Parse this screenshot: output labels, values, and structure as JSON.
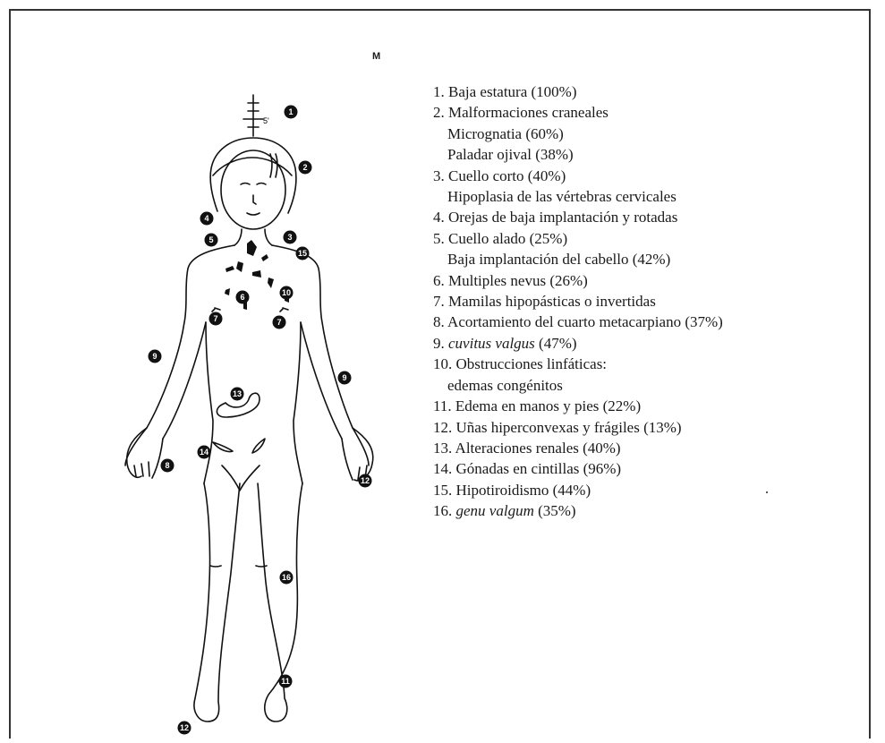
{
  "figure": {
    "corner_label": "M",
    "height_tick_label": "5'"
  },
  "markers": [
    {
      "num": "1"
    },
    {
      "num": "2"
    },
    {
      "num": "3"
    },
    {
      "num": "4"
    },
    {
      "num": "5"
    },
    {
      "num": "6"
    },
    {
      "num": "7"
    },
    {
      "num": "8"
    },
    {
      "num": "9"
    },
    {
      "num": "10"
    },
    {
      "num": "11"
    },
    {
      "num": "12"
    },
    {
      "num": "13"
    },
    {
      "num": "14"
    },
    {
      "num": "15"
    },
    {
      "num": "16"
    }
  ],
  "legend": [
    {
      "text": "1. Baja estatura (100%)"
    },
    {
      "text": "2. Malformaciones craneales"
    },
    {
      "text": "Micrognatia (60%)",
      "sub": true
    },
    {
      "text": "Paladar ojival (38%)",
      "sub": true
    },
    {
      "text": "3. Cuello corto (40%)"
    },
    {
      "text": "Hipoplasia de las vértebras cervicales",
      "sub": true
    },
    {
      "text": "4. Orejas de baja implantación y rotadas"
    },
    {
      "text": "5. Cuello alado (25%)"
    },
    {
      "text": "Baja implantación del cabello (42%)",
      "sub": true
    },
    {
      "text": "6. Multiples nevus (26%)"
    },
    {
      "text": "7. Mamilas hipopásticas o invertidas"
    },
    {
      "text": "8. Acortamiento del cuarto metacarpiano (37%)"
    },
    {
      "num": "9. ",
      "italic": "cuvitus valgus",
      "rest": " (47%)"
    },
    {
      "text": "10. Obstrucciones linfáticas:"
    },
    {
      "text": "edemas congénitos",
      "sub": true
    },
    {
      "text": "11. Edema en manos y pies (22%)"
    },
    {
      "text": "12. Uñas hiperconvexas y frágiles (13%)"
    },
    {
      "text": "13. Alteraciones renales (40%)"
    },
    {
      "text": "14. Gónadas en cintillas (96%)"
    },
    {
      "text": "15. Hipotiroidismo (44%)"
    },
    {
      "num": "16. ",
      "italic": "genu valgum",
      "rest": " (35%)"
    }
  ]
}
